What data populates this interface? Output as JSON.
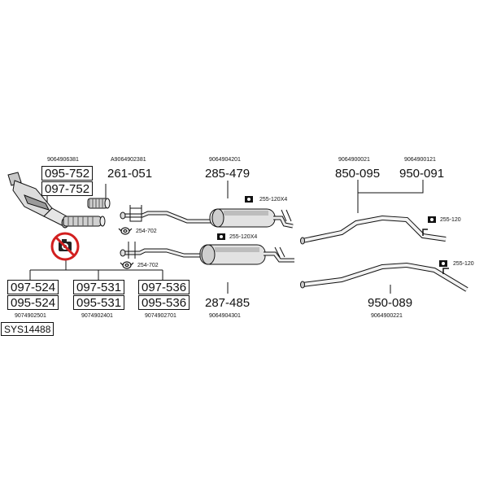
{
  "labels": {
    "pn_9064906381": "9064906381",
    "pn_A9064902381": "A9064902381",
    "pn_9064904201": "9064904201",
    "pn_9064900021": "9064900021",
    "pn_9064900121": "9064900121",
    "pn_9074902501": "9074902501",
    "pn_9074902401": "9074902401",
    "pn_9074902701": "9074902701",
    "pn_9064904301": "9064904301",
    "pn_9064900221": "9064900221",
    "ref_097_752": "097-752",
    "ref_095_752": "095-752",
    "ref_261_051": "261-051",
    "ref_285_479": "285-479",
    "ref_850_095": "850-095",
    "ref_950_091": "950-091",
    "ref_287_485": "287-485",
    "ref_950_089": "950-089",
    "ref_097_524": "097-524",
    "ref_095_524": "095-524",
    "ref_097_531": "097-531",
    "ref_095_531": "095-531",
    "ref_097_536": "097-536",
    "ref_095_536": "095-536",
    "sys": "SYS14488",
    "clamp_254_702_a": "254-702",
    "clamp_254_702_b": "254-702",
    "hanger_255_120x4_a": "255-120X4",
    "hanger_255_120x4_b": "255-120X4",
    "hanger_255_120_a": "255-120",
    "hanger_255_120_b": "255-120"
  },
  "icons": {
    "no_photo": "crossed-camera-icon",
    "hanger": "rubber-hanger-icon",
    "clamp": "clamp-icon"
  },
  "colors": {
    "line": "#111111",
    "prohibit_red": "#d21f1f",
    "part_fill": "#e6e6e6",
    "part_shade": "#9a9a9a"
  }
}
